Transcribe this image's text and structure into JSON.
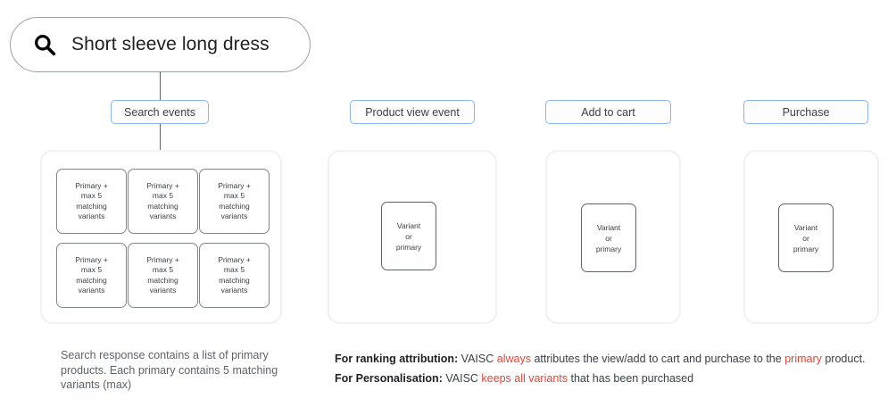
{
  "search": {
    "query": "Short sleeve long dress",
    "icon": "search-icon"
  },
  "chips": {
    "search_events": "Search events",
    "product_view_event": "Product view event",
    "add_to_cart": "Add to cart",
    "purchase": "Purchase"
  },
  "search_panel": {
    "cards": [
      {
        "line1": "Primary +",
        "line2": "max 5",
        "line3": "matching",
        "line4": "variants"
      },
      {
        "line1": "Primary +",
        "line2": "max 5",
        "line3": "matching",
        "line4": "variants"
      },
      {
        "line1": "Primary +",
        "line2": "max 5",
        "line3": "matching",
        "line4": "variants"
      },
      {
        "line1": "Primary +",
        "line2": "max 5",
        "line3": "matching",
        "line4": "variants"
      },
      {
        "line1": "Primary +",
        "line2": "max 5",
        "line3": "matching",
        "line4": "variants"
      },
      {
        "line1": "Primary +",
        "line2": "max 5",
        "line3": "matching",
        "line4": "variants"
      }
    ]
  },
  "variant_card": {
    "line1": "Variant",
    "line2": "or",
    "line3": "primary"
  },
  "captions": {
    "left": "Search response contains a list of primary products. Each primary contains 5 matching variants (max)",
    "ranking_label": "For ranking attribution:",
    "ranking_part1": "VAISC",
    "ranking_highlight1": "always",
    "ranking_part2": "attributes the view/add to cart and purchase to the",
    "ranking_highlight2": "primary",
    "ranking_part3": "product.",
    "personalisation_label": "For Personalisation:",
    "personalisation_part1": "VAISC",
    "personalisation_highlight": "keeps all variants",
    "personalisation_part2": "that has been purchased"
  },
  "colors": {
    "chip_border": "#8ab4f8",
    "highlight": "#ea4335",
    "panel_border": "#f1f1f1",
    "card_border": "#80868b"
  }
}
